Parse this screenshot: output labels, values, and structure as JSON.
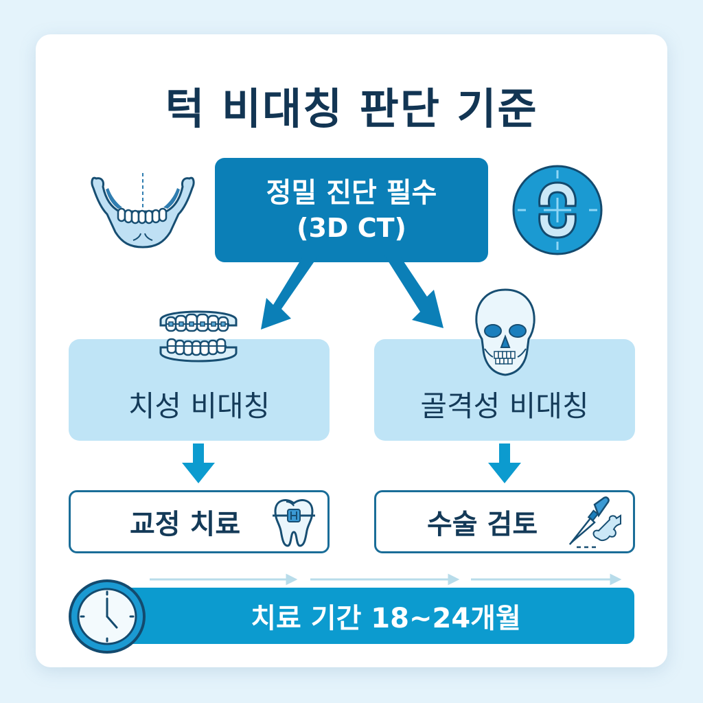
{
  "title": "턱 비대칭 판단 기준",
  "diagnosis": {
    "line1": "정밀 진단 필수",
    "line2": "(3D CT)"
  },
  "branches": [
    {
      "type_label": "치성 비대칭",
      "type_icon": "braces-teeth-icon",
      "treatment_label": "교정 치료",
      "treatment_icon": "tooth-bracket-icon"
    },
    {
      "type_label": "골격성 비대칭",
      "type_icon": "skull-icon",
      "treatment_label": "수술 검토",
      "treatment_icon": "scalpel-bone-icon"
    }
  ],
  "duration": {
    "label": "치료 기간 18~24개월",
    "icon": "clock-icon"
  },
  "decorations": {
    "left_icon": "jaw-icon",
    "right_icon": "ct-scan-target-icon"
  },
  "colors": {
    "background": "#e4f3fb",
    "card": "#ffffff",
    "title_text": "#123553",
    "primary_blue": "#0b7fb7",
    "bright_blue": "#0c9bcf",
    "light_blue_box": "#bfe4f6",
    "outline_dark": "#1a6d98",
    "timeline_arrow": "#b8dcea"
  }
}
